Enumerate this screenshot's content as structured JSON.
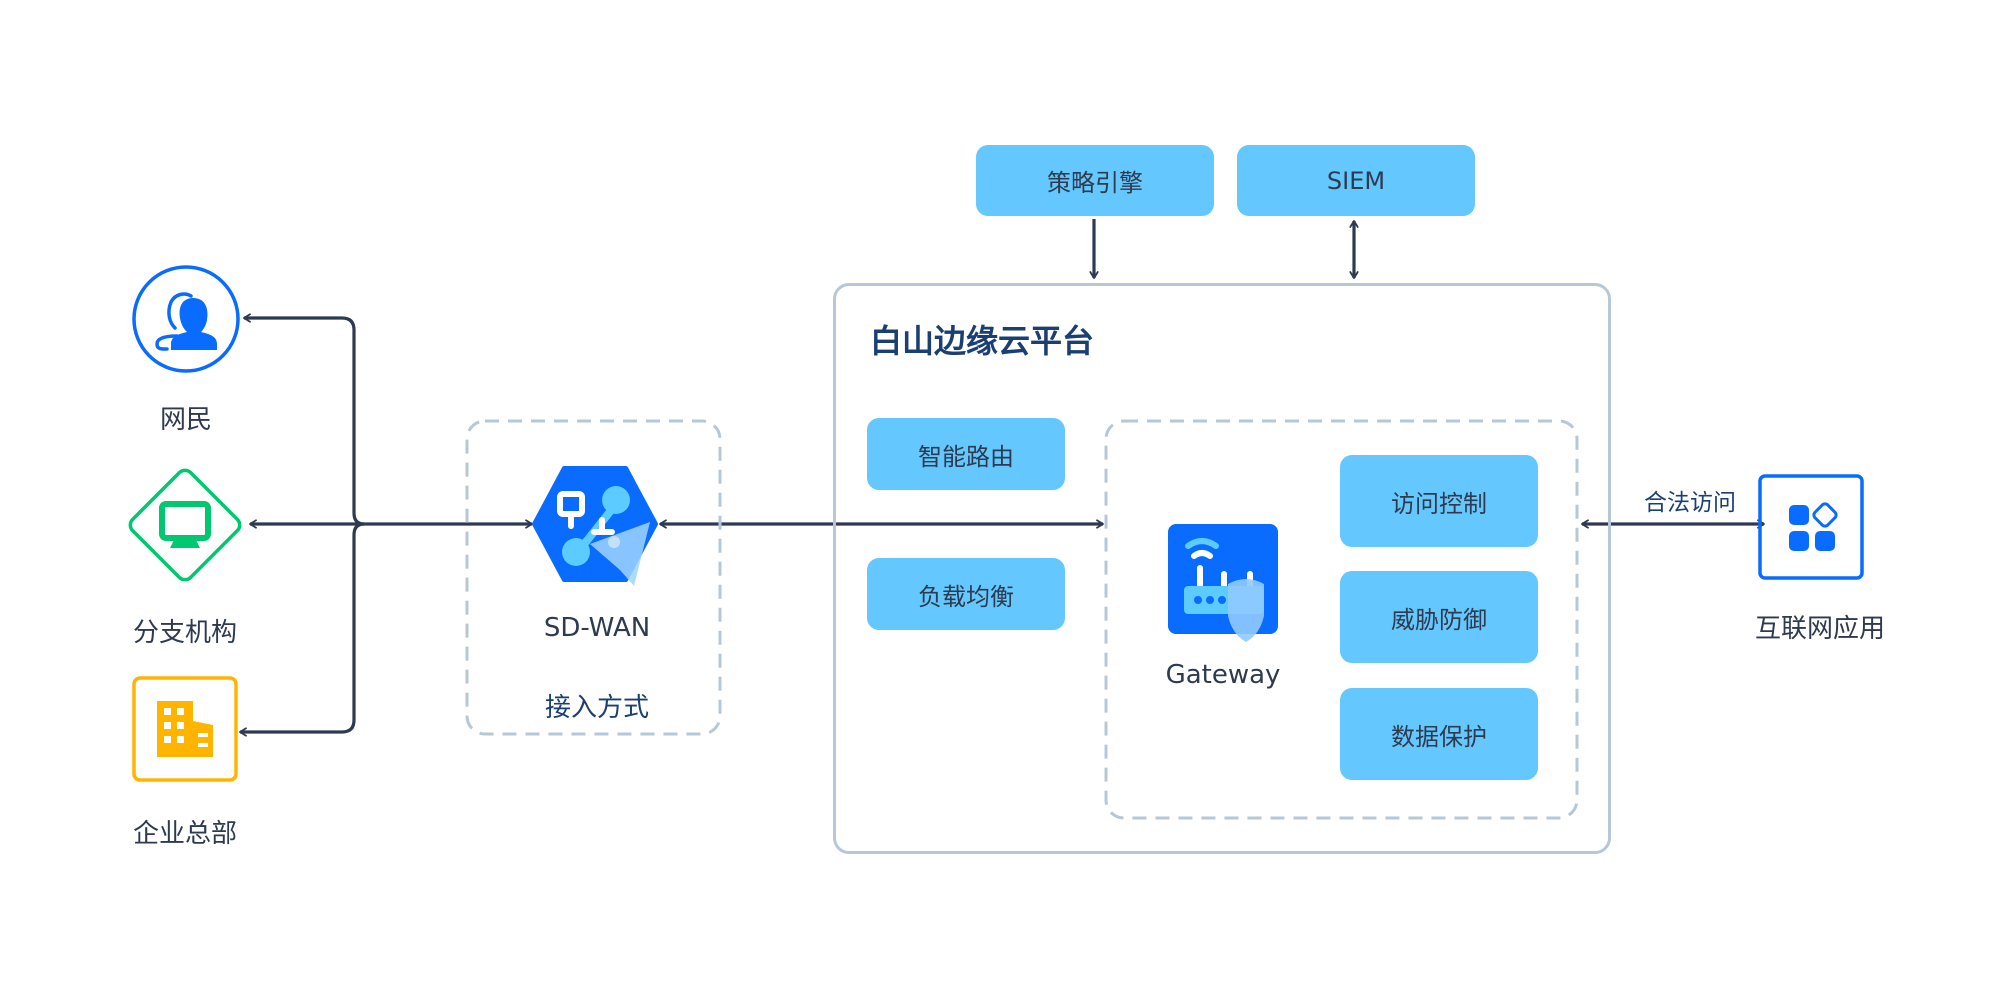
{
  "left_nodes": [
    {
      "label": "网民",
      "icon": "user-icon",
      "color": "#0a6bff"
    },
    {
      "label": "分支机构",
      "icon": "monitor-icon",
      "color": "#00c86e"
    },
    {
      "label": "企业总部",
      "icon": "building-icon",
      "color": "#ffb400"
    }
  ],
  "sdwan": {
    "label": "SD-WAN",
    "caption": "接入方式",
    "icon": "sdwan-icon"
  },
  "top_boxes": [
    {
      "label": "策略引擎",
      "arrow": "down"
    },
    {
      "label": "SIEM",
      "arrow": "both"
    }
  ],
  "platform": {
    "title": "白山边缘云平台",
    "left_boxes": [
      "智能路由",
      "负载均衡"
    ],
    "gateway": {
      "label": "Gateway",
      "icon": "gateway-router-icon"
    },
    "right_boxes": [
      "访问控制",
      "威胁防御",
      "数据保护"
    ]
  },
  "right_node": {
    "label": "互联网应用",
    "icon": "apps-icon",
    "color": "#0a6bff",
    "edge_label": "合法访问"
  },
  "colors": {
    "box_fill": "#64c8ff",
    "line": "#2e3a4f",
    "border": "#b6c8d8",
    "accent": "#0a6bff"
  }
}
